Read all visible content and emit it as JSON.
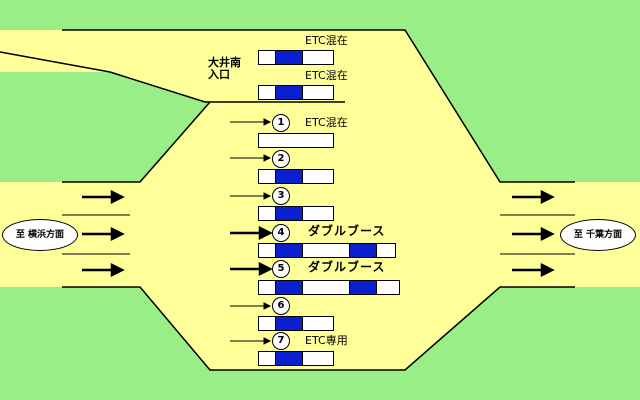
{
  "labels": {
    "from_direction": "至 横浜方面",
    "to_direction": "至 千葉方面",
    "ramp_entrance": "大井南\n入口",
    "booth_top_1": "ETC混在",
    "booth_top_2": "ETC混在"
  },
  "lanes": [
    {
      "number": "1",
      "label": "ETC混在"
    },
    {
      "number": "2",
      "label": ""
    },
    {
      "number": "3",
      "label": ""
    },
    {
      "number": "4",
      "label": "ダブルブース"
    },
    {
      "number": "5",
      "label": "ダブルブース"
    },
    {
      "number": "6",
      "label": ""
    },
    {
      "number": "7",
      "label": "ETC専用"
    }
  ],
  "colors": {
    "background": "#99ee88",
    "road": "#ffff99",
    "booth_blue": "#0a1fd0"
  }
}
